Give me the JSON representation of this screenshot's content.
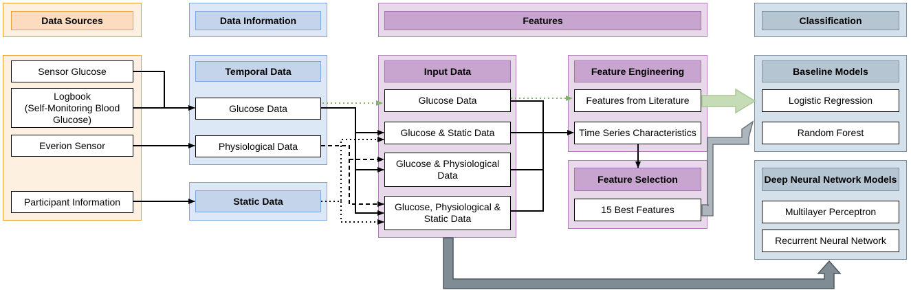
{
  "columns": {
    "data_sources": "Data Sources",
    "data_information": "Data Information",
    "features": "Features",
    "classification": "Classification"
  },
  "sources": {
    "sensor_glucose": "Sensor Glucose",
    "logbook": "Logbook\n(Self-Monitoring Blood\nGlucose)",
    "everion": "Everion Sensor",
    "participant": "Participant Information"
  },
  "information": {
    "temporal_header": "Temporal Data",
    "glucose": "Glucose Data",
    "physiological": "Physiological Data",
    "static": "Static Data"
  },
  "input": {
    "header": "Input Data",
    "glucose": "Glucose Data",
    "glucose_static": "Glucose & Static Data",
    "glucose_physio": "Glucose & Physiological\nData",
    "glucose_physio_static": "Glucose, Physiological &\nStatic Data"
  },
  "engineering": {
    "header": "Feature Engineering",
    "literature": "Features from Literature",
    "ts": "Time Series Characteristics"
  },
  "selection": {
    "header": "Feature Selection",
    "best": "15 Best Features"
  },
  "baseline": {
    "header": "Baseline Models",
    "logreg": "Logistic Regression",
    "rf": "Random Forest"
  },
  "deep": {
    "header": "Deep Neural Network Models",
    "mlp": "Multilayer Perceptron",
    "rnn": "Recurrent Neural Network"
  },
  "colors": {
    "orange": "#f0a030",
    "blue": "#7ea6e0",
    "purple": "#b080b8",
    "slate": "#7a8fa3",
    "green_arrow": "#82b366",
    "gray_arrow": "#7f8c94"
  }
}
